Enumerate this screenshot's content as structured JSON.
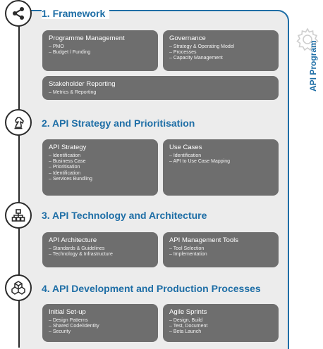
{
  "side_title": "API Program",
  "sections": [
    {
      "title": "1. Framework",
      "cards": [
        {
          "title": "Programme Management",
          "items": [
            "– PMO",
            "– Budget / Funding"
          ]
        },
        {
          "title": "Governance",
          "items": [
            "– Strategy & Operating Model",
            "– Processes",
            "– Capacity Management"
          ]
        },
        {
          "title": "Stakeholder Reporting",
          "items": [
            "– Metrics & Reporting"
          ]
        }
      ]
    },
    {
      "title": "2. API Strategy and Prioritisation",
      "cards": [
        {
          "title": "API Strategy",
          "items": [
            "– Identification",
            "– Business Case",
            "– Prioritisation",
            "– Identification",
            "– Services Bundling"
          ]
        },
        {
          "title": "Use Cases",
          "items": [
            "– Identification",
            "– API to Use Case Mapping"
          ]
        }
      ]
    },
    {
      "title": "3. API Technology and Architecture",
      "cards": [
        {
          "title": "API Architecture",
          "items": [
            "– Standards & Guidelines",
            "– Technology & Infrastructure"
          ]
        },
        {
          "title": "API Management Tools",
          "items": [
            "– Tool Selection",
            "– Implementation"
          ]
        }
      ]
    },
    {
      "title": "4. API Development and Production Processes",
      "cards": [
        {
          "title": "Initial Set-up",
          "items": [
            "– Design Patterns",
            "– Shared Code/Identity",
            "– Security"
          ]
        },
        {
          "title": "Agile Sprints",
          "items": [
            "– Design, Build",
            "– Test, Document",
            "– Beta Launch"
          ]
        }
      ]
    }
  ]
}
